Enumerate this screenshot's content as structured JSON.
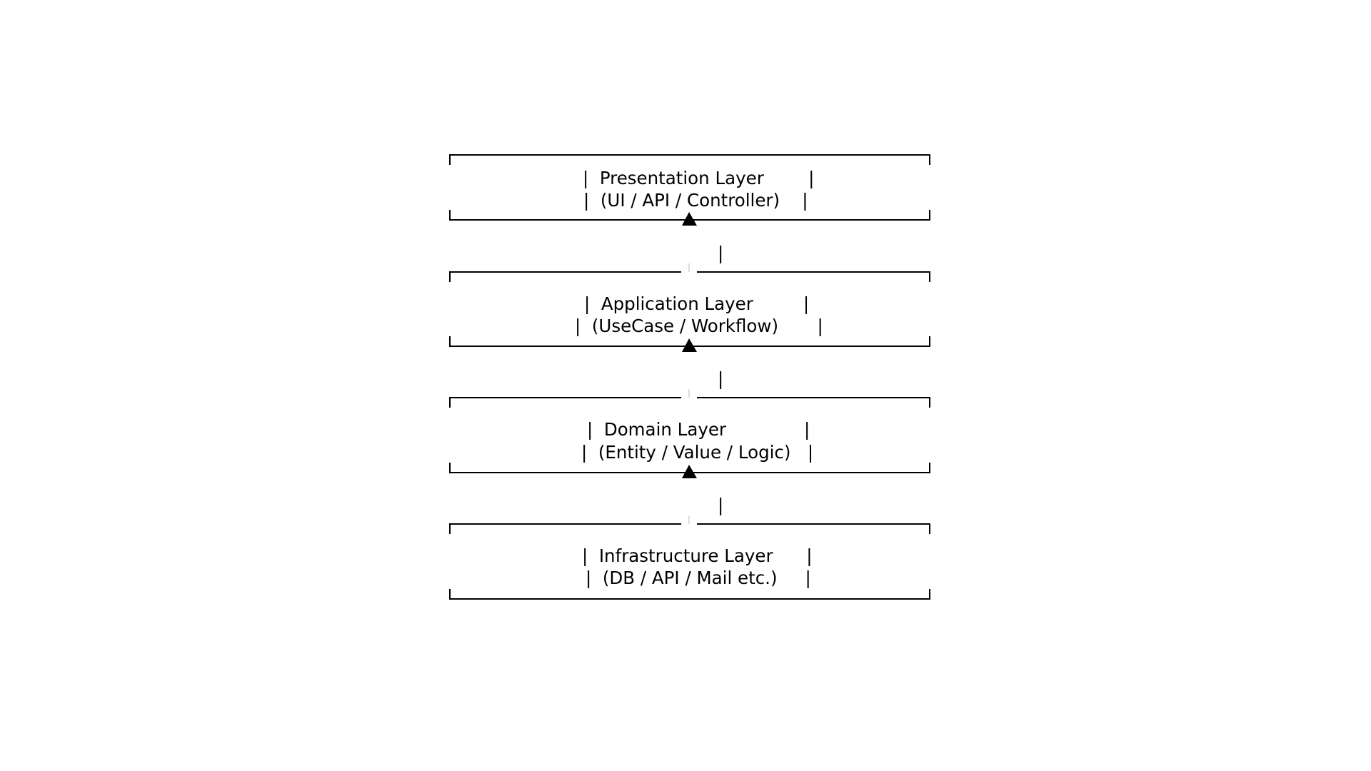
{
  "diagram": {
    "layers": [
      {
        "line1": "|  Presentation Layer        |",
        "line2": "|  (UI / API / Controller)    |"
      },
      {
        "line1": "|  Application Layer         |",
        "line2": "|  (UseCase / Workflow)       |"
      },
      {
        "line1": "|  Domain Layer              |",
        "line2": "|  (Entity / Value / Logic)   |"
      },
      {
        "line1": "|  Infrastructure Layer      |",
        "line2": "|  (DB / API / Mail etc.)     |"
      }
    ],
    "connector_glyph": "|",
    "colors": {
      "stroke": "#000000",
      "background": "#ffffff"
    }
  }
}
